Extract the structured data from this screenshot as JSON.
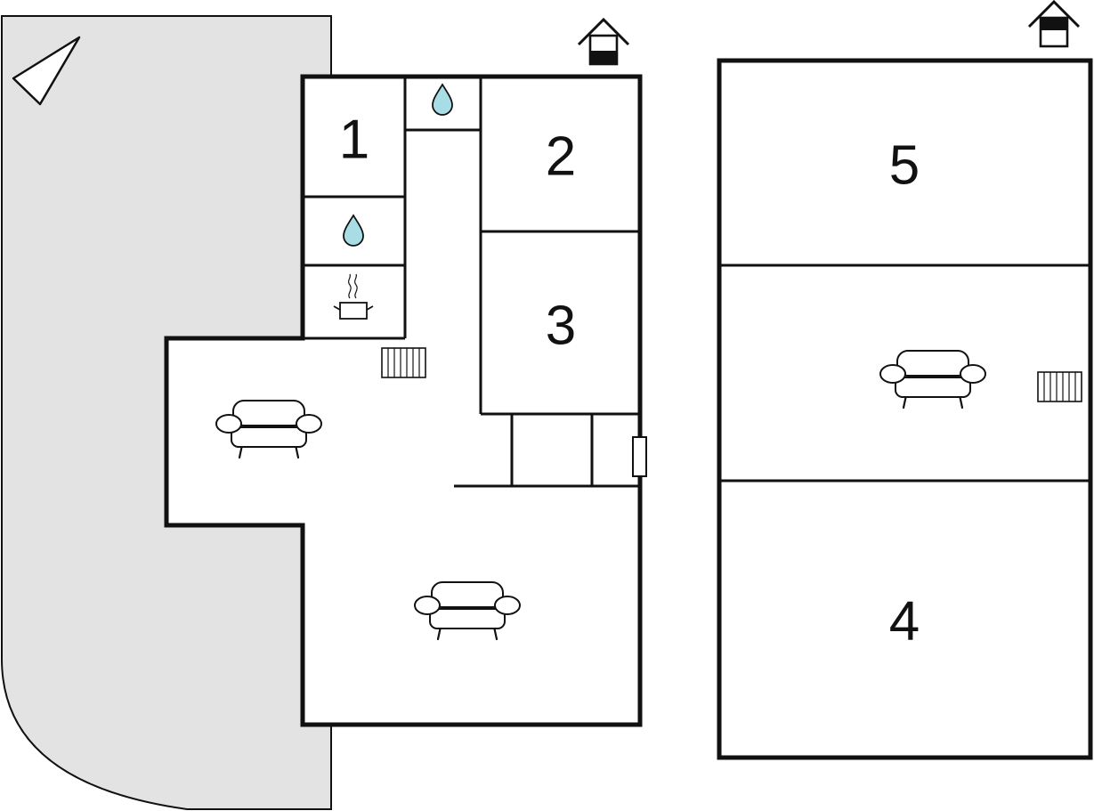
{
  "rooms": {
    "r1": "1",
    "r2": "2",
    "r3": "3",
    "r4": "4",
    "r5": "5"
  },
  "icons": {
    "water": "water-drop-icon",
    "kitchen": "cooking-pot-icon",
    "sofa": "sofa-icon",
    "radiator": "radiator-icon",
    "floor": "house-floor-icon",
    "compass": "compass-north-arrow-icon"
  },
  "colors": {
    "terrace": "#e3e3e3",
    "water": "#a8dde6",
    "walls": "#111111",
    "floor_marker": "#111111"
  }
}
